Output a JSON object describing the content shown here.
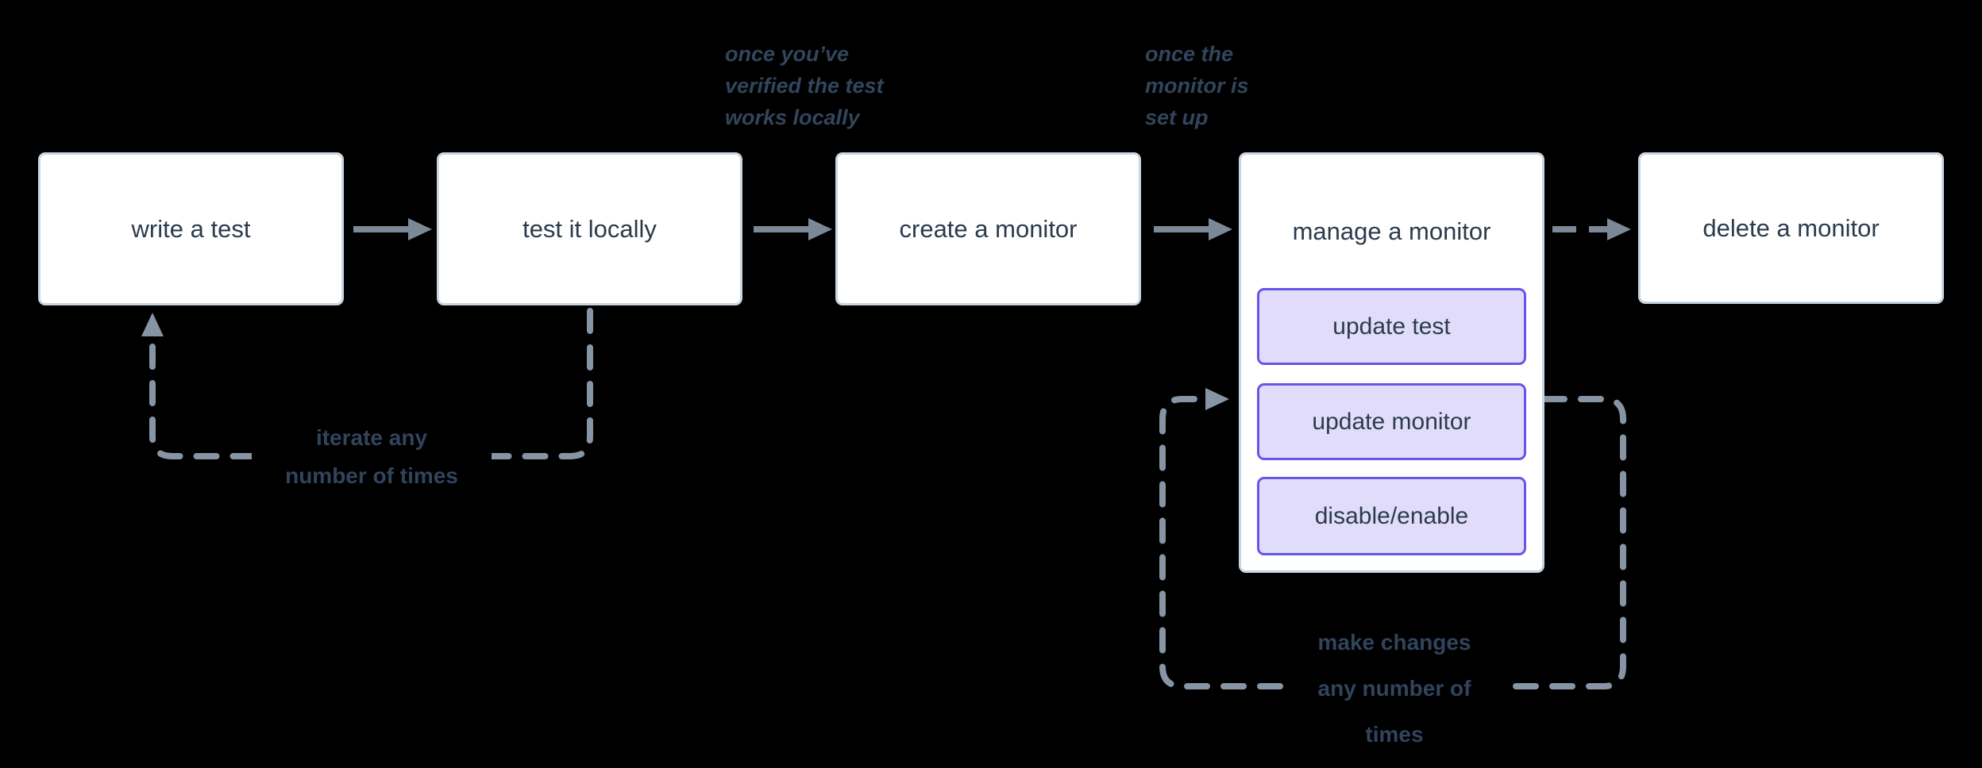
{
  "diagram": {
    "nodes": [
      {
        "id": "write-test",
        "label": "write a test"
      },
      {
        "id": "test-locally",
        "label": "test it locally"
      },
      {
        "id": "create-monitor",
        "label": "create a monitor"
      },
      {
        "id": "manage-monitor",
        "label": "manage a monitor"
      },
      {
        "id": "delete-monitor",
        "label": "delete a monitor"
      }
    ],
    "manage_actions": [
      {
        "label": "update test"
      },
      {
        "label": "update monitor"
      },
      {
        "label": "disable/enable"
      }
    ],
    "annotations": [
      {
        "id": "after-test-locally",
        "lines": [
          "once you’ve",
          "verified the test",
          "works locally"
        ]
      },
      {
        "id": "after-create-monitor",
        "lines": [
          "once the",
          "monitor is",
          "set up"
        ]
      }
    ],
    "loop_labels": [
      {
        "id": "iterate-loop",
        "lines": [
          "iterate any",
          "number of times"
        ]
      },
      {
        "id": "make-changes-loop",
        "lines": [
          "make changes",
          "any number of",
          "times"
        ]
      }
    ],
    "colors": {
      "background": "#000000",
      "node_fill": "#ffffff",
      "node_border": "#c9d5e0",
      "node_text": "#2b3b4d",
      "solid_arrow": "#7b8997",
      "dashed_loop": "#8694a4",
      "annotation_text": "#32455c",
      "action_border": "#6456e8",
      "action_fill": "#e1dcf9"
    }
  }
}
